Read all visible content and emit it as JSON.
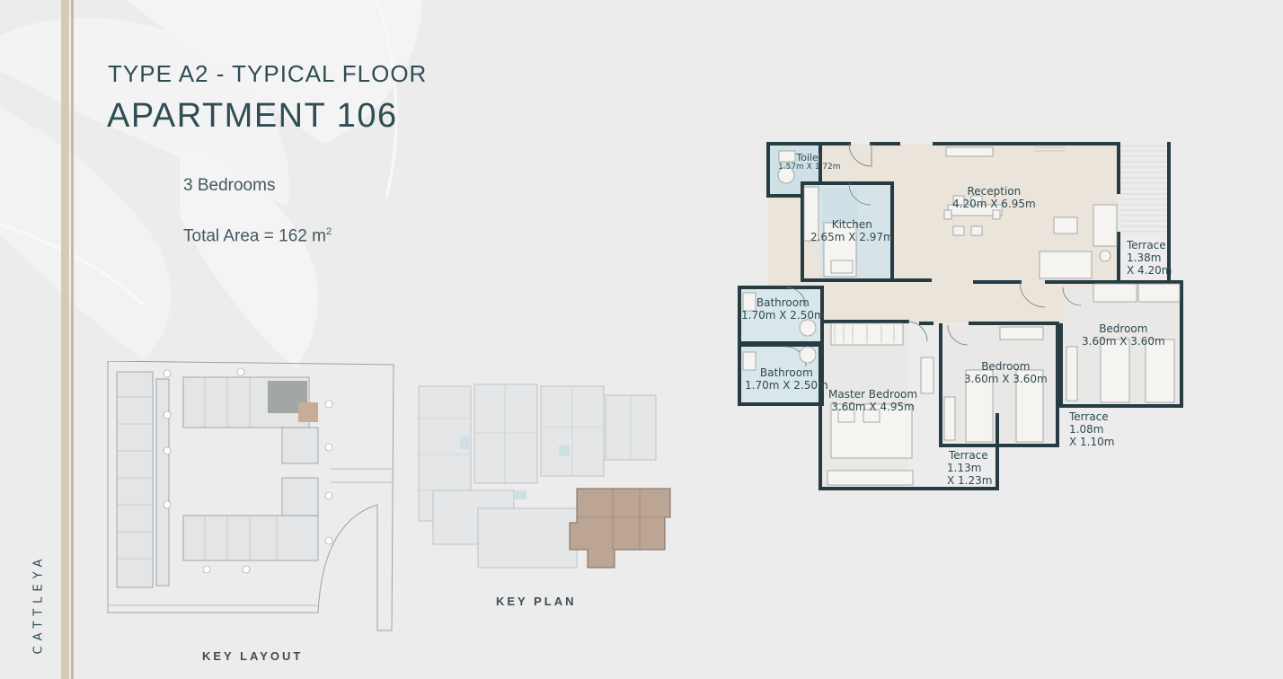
{
  "brand": "CATTLEYA",
  "header": {
    "subtitle": "TYPE A2 - TYPICAL FLOOR",
    "title": "APARTMENT 106"
  },
  "info": {
    "bedrooms": "3 Bedrooms",
    "area_label": "Total Area = 162 m",
    "area_sup": "2"
  },
  "captions": {
    "key_layout": "KEY LAYOUT",
    "key_plan": "KEY PLAN"
  },
  "rooms": {
    "toilet": {
      "name": "Toilet",
      "dims": "1.57m X 1.72m"
    },
    "kitchen": {
      "name": "Kitchen",
      "dims": "2.65m X 2.97m"
    },
    "reception": {
      "name": "Reception",
      "dims": "4.20m X 6.95m"
    },
    "terrace1": {
      "name": "Terrace",
      "l1": "1.38m",
      "l2": "X 4.20m"
    },
    "bathroom1": {
      "name": "Bathroom",
      "dims": "1.70m X 2.50m"
    },
    "bathroom2": {
      "name": "Bathroom",
      "dims": "1.70m X 2.50m"
    },
    "master": {
      "name": "Master Bedroom",
      "dims": "3.60m X 4.95m"
    },
    "bedroom1": {
      "name": "Bedroom",
      "dims": "3.60m X 3.60m"
    },
    "bedroom2": {
      "name": "Bedroom",
      "dims": "3.60m X 3.60m"
    },
    "terrace2": {
      "name": "Terrace",
      "l1": "1.13m",
      "l2": "X 1.23m"
    },
    "terrace3": {
      "name": "Terrace",
      "l1": "1.08m",
      "l2": "X 1.10m"
    }
  },
  "colors": {
    "accent": "#2f4d54",
    "stripe": "#d6c9b6",
    "wet_area": "#cfe1e6",
    "highlight": "#bca593"
  }
}
